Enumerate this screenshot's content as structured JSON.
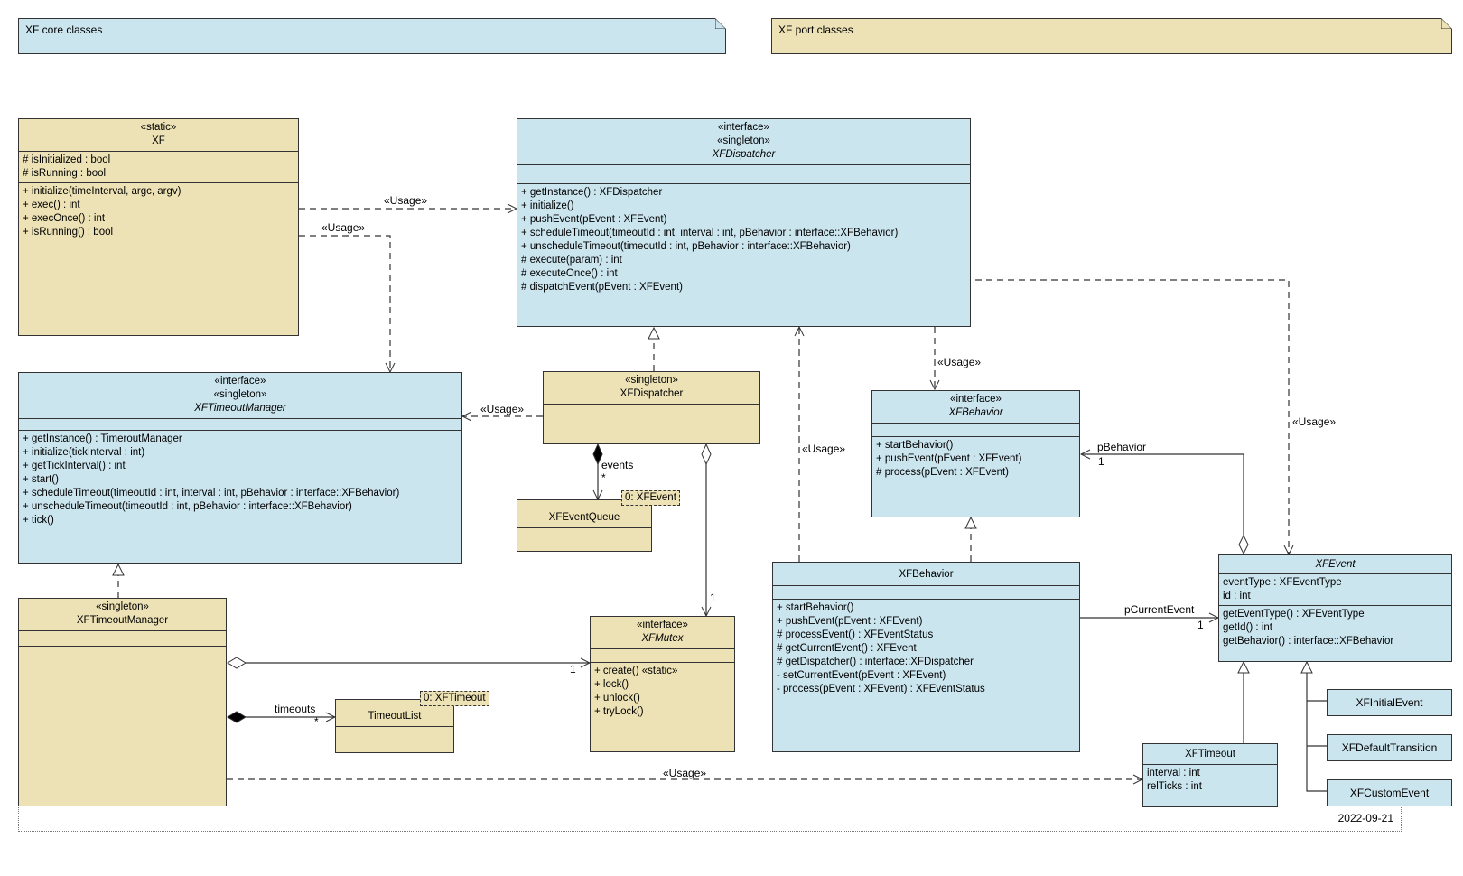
{
  "notes": {
    "core": "XF core classes",
    "port": "XF port classes"
  },
  "colors": {
    "core": "#cbe5ef",
    "port": "#ede2b5",
    "line": "#333333"
  },
  "classes": {
    "xf": {
      "stereotype": "«static»",
      "name": "XF",
      "attributes": [
        "# isInitialized : bool",
        "# isRunning : bool"
      ],
      "operations": [
        "+ initialize(timeInterval, argc, argv)",
        "+ exec() : int",
        "+ execOnce() : int",
        "+ isRunning() : bool"
      ]
    },
    "ixfdispatcher": {
      "stereotypes": [
        "«interface»",
        "«singleton»"
      ],
      "name": "XFDispatcher",
      "operations": [
        "+ getInstance() : XFDispatcher",
        "+ initialize()",
        "+ pushEvent(pEvent : XFEvent)",
        "+ scheduleTimeout(timeoutId : int, interval : int, pBehavior : interface::XFBehavior)",
        "+ unscheduleTimeout(timeoutId : int, pBehavior : interface::XFBehavior)",
        "# execute(param) : int",
        "# executeOnce() : int",
        "# dispatchEvent(pEvent : XFEvent)"
      ]
    },
    "ixftimeoutmanager": {
      "stereotypes": [
        "«interface»",
        "«singleton»"
      ],
      "name": "XFTimeoutManager",
      "operations": [
        "+ getInstance() : TimeroutManager",
        "+ initialize(tickInterval : int)",
        "+ getTickInterval() : int",
        "+ start()",
        "+ scheduleTimeout(timeoutId : int, interval : int, pBehavior : interface::XFBehavior)",
        "+ unscheduleTimeout(timeoutId : int, pBehavior : interface::XFBehavior)",
        "+ tick()"
      ]
    },
    "xfdispatcher": {
      "stereotype": "«singleton»",
      "name": "XFDispatcher"
    },
    "xfeventqueue": {
      "name": "XFEventQueue",
      "template": "0: XFEvent"
    },
    "ixfbehavior": {
      "stereotype": "«interface»",
      "name": "XFBehavior",
      "operations": [
        "+ startBehavior()",
        "+ pushEvent(pEvent : XFEvent)",
        "# process(pEvent : XFEvent)"
      ]
    },
    "xftimeoutmanager": {
      "stereotype": "«singleton»",
      "name": "XFTimeoutManager"
    },
    "ixfmutex": {
      "stereotype": "«interface»",
      "name": "XFMutex",
      "operations": [
        "+ create() «static»",
        "+ lock()",
        "+ unlock()",
        "+ tryLock()"
      ]
    },
    "xfbehavior": {
      "name": "XFBehavior",
      "operations": [
        "+ startBehavior()",
        "+ pushEvent(pEvent : XFEvent)",
        "# processEvent() : XFEventStatus",
        "# getCurrentEvent() : XFEvent",
        "# getDispatcher() : interface::XFDispatcher",
        "- setCurrentEvent(pEvent : XFEvent)",
        "- process(pEvent : XFEvent) : XFEventStatus"
      ]
    },
    "xfevent": {
      "name": "XFEvent",
      "attributes": [
        "eventType : XFEventType",
        "id : int"
      ],
      "operations": [
        "getEventType() : XFEventType",
        "getId() : int",
        "getBehavior() : interface::XFBehavior"
      ]
    },
    "timeoutlist": {
      "name": "TimeoutList",
      "template": "0: XFTimeout"
    },
    "xftimeout": {
      "name": "XFTimeout",
      "attributes": [
        "interval : int",
        "relTicks : int"
      ]
    },
    "xfinitialevent": {
      "name": "XFInitialEvent"
    },
    "xfdefaulttransition": {
      "name": "XFDefaultTransition"
    },
    "xfcustomevent": {
      "name": "XFCustomEvent"
    }
  },
  "labels": {
    "usage": "«Usage»",
    "events": "events",
    "many": "*",
    "one": "1",
    "pBehavior": "pBehavior",
    "pCurrentEvent": "pCurrentEvent",
    "timeouts": "timeouts"
  },
  "footer": {
    "date": "2022-09-21"
  }
}
